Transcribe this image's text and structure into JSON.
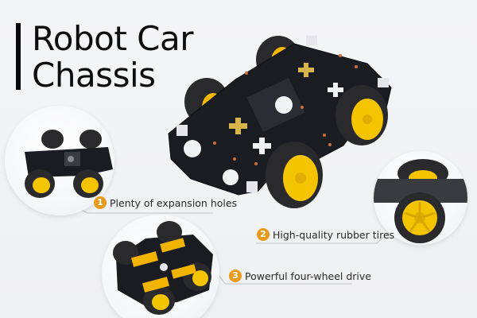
{
  "title": {
    "line1": "Robot Car",
    "line2": "Chassis"
  },
  "images": {
    "main": "robot-car-chassis-main-photo",
    "inset_1": "chassis-side-view-photo",
    "inset_2": "wheel-closeup-photo",
    "inset_3": "chassis-bottom-motors-photo"
  },
  "callouts": [
    {
      "number": "1",
      "label": "Plenty of expansion holes"
    },
    {
      "number": "2",
      "label": "High-quality rubber tires"
    },
    {
      "number": "3",
      "label": "Powerful four-wheel drive"
    }
  ],
  "colors": {
    "background": "#f2f3f5",
    "title": "#0d0d0d",
    "badge": "#e89a1c",
    "pcb": "#1b1c22",
    "wheel_hub": "#f5c400",
    "tire": "#2a2a2c",
    "leader_line": "#bfc2c6"
  }
}
